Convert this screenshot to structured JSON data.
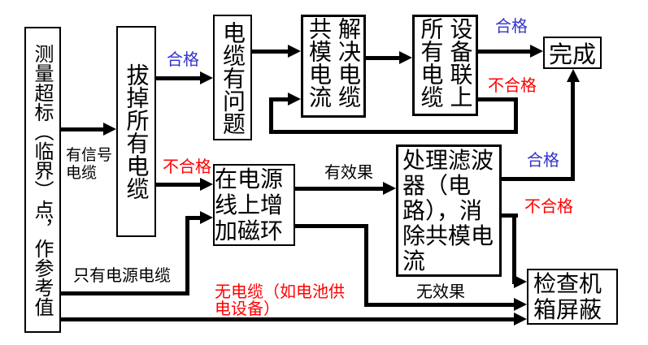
{
  "nodes": {
    "measure": "测量超标（临界）点，作参考值",
    "unplug": "拔掉所有电缆",
    "cable_problem": "电缆有问题",
    "solve_common_mode": "解决电缆共模电流",
    "device_connect": "设备联上所有电缆",
    "done": "完成",
    "magnet_ring": "在电源线上增加磁环",
    "filter": "处理滤波器（电路），消除共模电流",
    "check_shield": "检查机箱屏蔽"
  },
  "labels": {
    "pass": "合格",
    "fail": "不合格",
    "signal_cable": "有信号电缆",
    "power_only": "只有电源电缆",
    "no_cable": "无电缆（如电池供电设备）",
    "effective": "有效果",
    "ineffective": "无效果"
  },
  "colors": {
    "pass_label": "#3333cc",
    "fail_label": "#ff0000",
    "line": "#000000",
    "background": "#ffffff"
  }
}
